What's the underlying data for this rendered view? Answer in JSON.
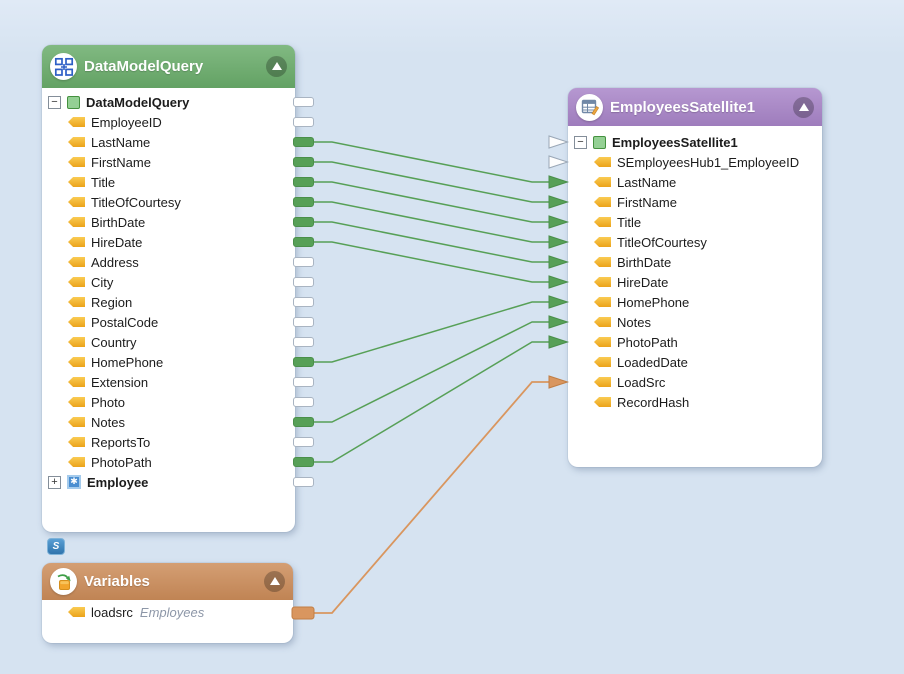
{
  "badges": {
    "s_label": "S"
  },
  "panels": {
    "left": {
      "title": "DataModelQuery",
      "header_icon": "data-model-icon",
      "header_color": "#69ac6a",
      "collapse_icon": "collapse-up-triangle-icon",
      "rows": [
        {
          "label": "DataModelQuery",
          "type": "root",
          "expander": "minus",
          "icon": "green-square-icon",
          "stub": "white"
        },
        {
          "label": "EmployeeID",
          "type": "field",
          "icon": "field-tag-icon",
          "stub": "white"
        },
        {
          "label": "LastName",
          "type": "field",
          "icon": "field-tag-icon",
          "stub": "green"
        },
        {
          "label": "FirstName",
          "type": "field",
          "icon": "field-tag-icon",
          "stub": "green"
        },
        {
          "label": "Title",
          "type": "field",
          "icon": "field-tag-icon",
          "stub": "green"
        },
        {
          "label": "TitleOfCourtesy",
          "type": "field",
          "icon": "field-tag-icon",
          "stub": "green"
        },
        {
          "label": "BirthDate",
          "type": "field",
          "icon": "field-tag-icon",
          "stub": "green"
        },
        {
          "label": "HireDate",
          "type": "field",
          "icon": "field-tag-icon",
          "stub": "green"
        },
        {
          "label": "Address",
          "type": "field",
          "icon": "field-tag-icon",
          "stub": "white"
        },
        {
          "label": "City",
          "type": "field",
          "icon": "field-tag-icon",
          "stub": "white"
        },
        {
          "label": "Region",
          "type": "field",
          "icon": "field-tag-icon",
          "stub": "white"
        },
        {
          "label": "PostalCode",
          "type": "field",
          "icon": "field-tag-icon",
          "stub": "white"
        },
        {
          "label": "Country",
          "type": "field",
          "icon": "field-tag-icon",
          "stub": "white"
        },
        {
          "label": "HomePhone",
          "type": "field",
          "icon": "field-tag-icon",
          "stub": "green"
        },
        {
          "label": "Extension",
          "type": "field",
          "icon": "field-tag-icon",
          "stub": "white"
        },
        {
          "label": "Photo",
          "type": "field",
          "icon": "field-tag-icon",
          "stub": "white"
        },
        {
          "label": "Notes",
          "type": "field",
          "icon": "field-tag-icon",
          "stub": "green"
        },
        {
          "label": "ReportsTo",
          "type": "field",
          "icon": "field-tag-icon",
          "stub": "white"
        },
        {
          "label": "PhotoPath",
          "type": "field",
          "icon": "field-tag-icon",
          "stub": "green"
        },
        {
          "label": "Employee",
          "type": "entity",
          "expander": "plus",
          "icon": "entity-star-icon",
          "stub": "white"
        }
      ]
    },
    "right": {
      "title": "EmployeesSatellite1",
      "header_icon": "satellite-table-icon",
      "header_color": "#a884c8",
      "collapse_icon": "collapse-up-triangle-icon",
      "rows": [
        {
          "label": "EmployeesSatellite1",
          "type": "root",
          "expander": "minus",
          "icon": "green-square-icon",
          "arrow": "white"
        },
        {
          "label": "SEmployeesHub1_EmployeeID",
          "type": "field",
          "icon": "field-tag-icon",
          "arrow": "white"
        },
        {
          "label": "LastName",
          "type": "field",
          "icon": "field-tag-icon",
          "arrow": "green"
        },
        {
          "label": "FirstName",
          "type": "field",
          "icon": "field-tag-icon",
          "arrow": "green"
        },
        {
          "label": "Title",
          "type": "field",
          "icon": "field-tag-icon",
          "arrow": "green"
        },
        {
          "label": "TitleOfCourtesy",
          "type": "field",
          "icon": "field-tag-icon",
          "arrow": "green"
        },
        {
          "label": "BirthDate",
          "type": "field",
          "icon": "field-tag-icon",
          "arrow": "green"
        },
        {
          "label": "HireDate",
          "type": "field",
          "icon": "field-tag-icon",
          "arrow": "green"
        },
        {
          "label": "HomePhone",
          "type": "field",
          "icon": "field-tag-icon",
          "arrow": "green"
        },
        {
          "label": "Notes",
          "type": "field",
          "icon": "field-tag-icon",
          "arrow": "green"
        },
        {
          "label": "PhotoPath",
          "type": "field",
          "icon": "field-tag-icon",
          "arrow": "green"
        },
        {
          "label": "LoadedDate",
          "type": "field",
          "icon": "field-tag-icon",
          "arrow": "none"
        },
        {
          "label": "LoadSrc",
          "type": "field",
          "icon": "field-tag-icon",
          "arrow": "orange"
        },
        {
          "label": "RecordHash",
          "type": "field",
          "icon": "field-tag-icon",
          "arrow": "none"
        }
      ]
    },
    "variables": {
      "title": "Variables",
      "header_icon": "variables-box-icon",
      "header_color": "#cc8c59",
      "collapse_icon": "collapse-up-triangle-icon",
      "rows": [
        {
          "label": "loadsrc",
          "value": "Employees",
          "type": "variable",
          "icon": "field-tag-icon",
          "stub": "orange"
        }
      ]
    }
  },
  "mappings": [
    {
      "from_panel": "left",
      "from": "LastName",
      "to": "LastName",
      "color": "green"
    },
    {
      "from_panel": "left",
      "from": "FirstName",
      "to": "FirstName",
      "color": "green"
    },
    {
      "from_panel": "left",
      "from": "Title",
      "to": "Title",
      "color": "green"
    },
    {
      "from_panel": "left",
      "from": "TitleOfCourtesy",
      "to": "TitleOfCourtesy",
      "color": "green"
    },
    {
      "from_panel": "left",
      "from": "BirthDate",
      "to": "BirthDate",
      "color": "green"
    },
    {
      "from_panel": "left",
      "from": "HireDate",
      "to": "HireDate",
      "color": "green"
    },
    {
      "from_panel": "left",
      "from": "HomePhone",
      "to": "HomePhone",
      "color": "green"
    },
    {
      "from_panel": "left",
      "from": "Notes",
      "to": "Notes",
      "color": "green"
    },
    {
      "from_panel": "left",
      "from": "PhotoPath",
      "to": "PhotoPath",
      "color": "green"
    },
    {
      "from_panel": "variables",
      "from": "loadsrc",
      "to": "LoadSrc",
      "color": "orange"
    }
  ],
  "colors": {
    "canvas_bg": "#d6e3f1",
    "green_header": "#69ac6a",
    "purple_header": "#a884c8",
    "orange_header": "#cc8c59",
    "map_green": "#57a057",
    "map_green_border": "#4a8f4a",
    "map_orange": "#d9965f",
    "map_orange_border": "#c17e45",
    "stub_white_fill": "#ffffff",
    "stub_white_border": "#a9b4c2",
    "s_badge_blue": "#3e86c0"
  }
}
